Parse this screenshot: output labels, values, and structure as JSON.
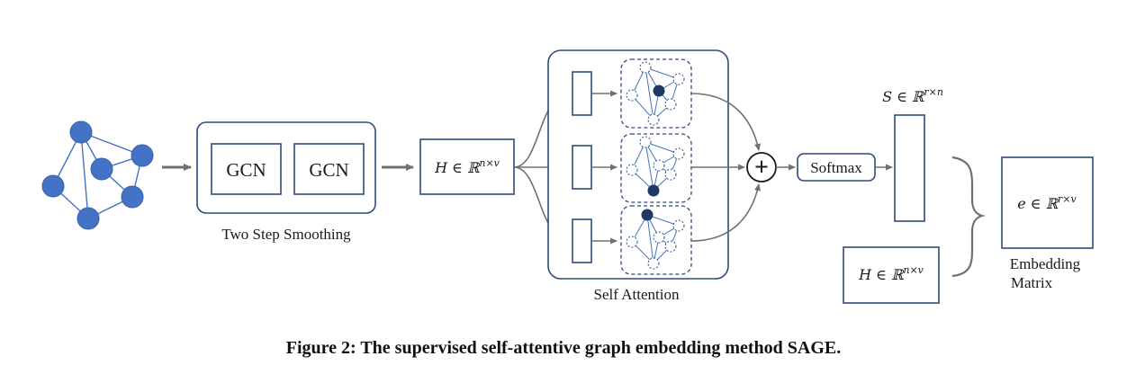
{
  "diagram": {
    "gcn_label_1": "GCN",
    "gcn_label_2": "GCN",
    "smoothing_label": "Two Step Smoothing",
    "h_matrix": "H ∈ ℝ",
    "h_sup": "n×v",
    "self_attention_label": "Self Attention",
    "plus_symbol": "+",
    "softmax_label": "Softmax",
    "s_matrix": "S ∈ ℝ",
    "s_sup": "r×n",
    "h_matrix_2": "H ∈ ℝ",
    "h_sup_2": "n×v",
    "e_matrix": "e ∈ ℝ",
    "e_sup": "r×v",
    "embedding_label_1": "Embedding",
    "embedding_label_2": "Matrix",
    "colors": {
      "node_blue": "#4472c4",
      "node_navy": "#1f3864",
      "border": "#2f4a7a",
      "arrow": "#707070"
    }
  },
  "caption": "Figure 2: The supervised self-attentive graph embedding method SAGE."
}
